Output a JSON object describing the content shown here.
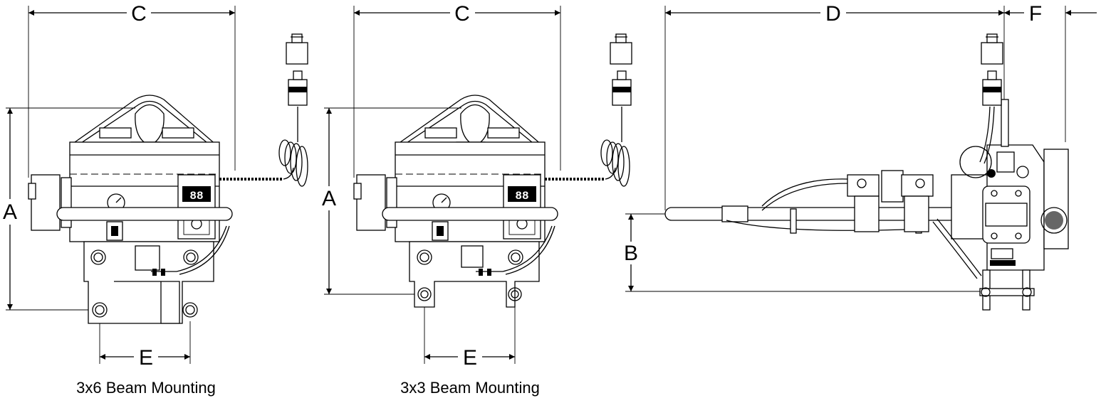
{
  "views": [
    {
      "caption": "3x6 Beam Mounting",
      "dims": {
        "width": "C",
        "height": "A",
        "mount_spacing": "E"
      }
    },
    {
      "caption": "3x3 Beam Mounting",
      "dims": {
        "width": "C",
        "height": "A",
        "mount_spacing": "E"
      }
    },
    {
      "caption": "",
      "dims": {
        "length": "D",
        "depth": "F",
        "height": "B"
      }
    }
  ],
  "colors": {
    "line": "#000000",
    "background": "#ffffff"
  }
}
